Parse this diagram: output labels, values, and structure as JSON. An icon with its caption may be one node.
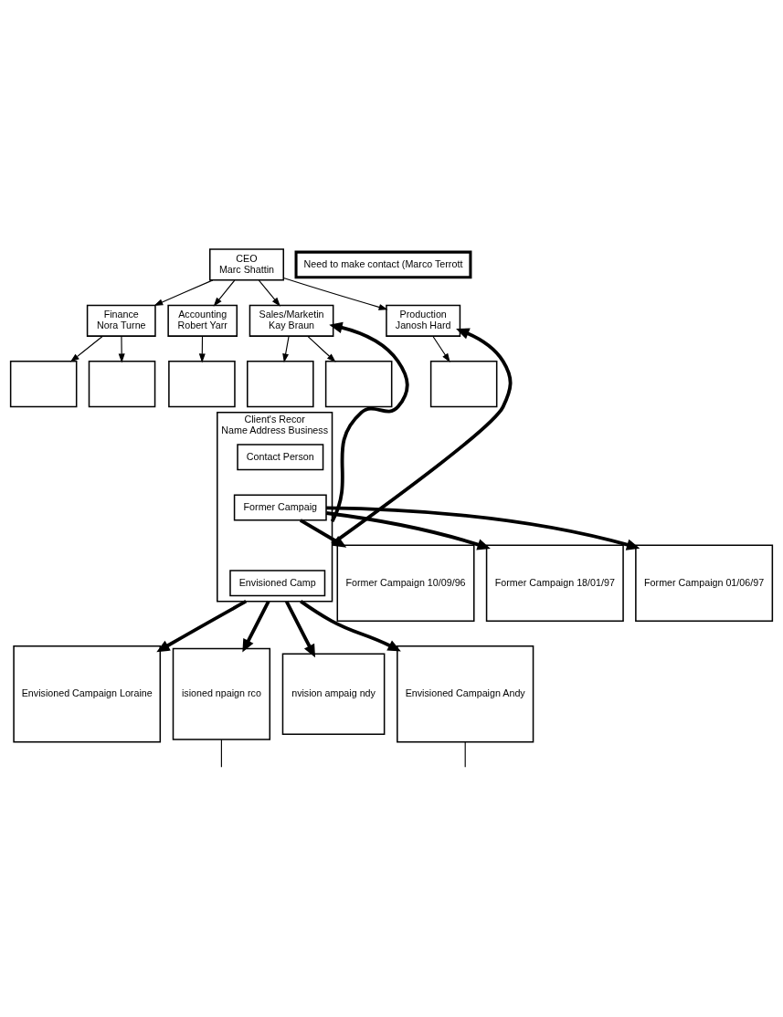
{
  "diagram": {
    "nodes": [
      {
        "text": [
          "CEO",
          "Marc Shattin"
        ]
      },
      {
        "text": [
          "Need to make contact (Marco Terrott"
        ]
      },
      {
        "text": [
          "Finance",
          "Nora Turne"
        ]
      },
      {
        "text": [
          "Accounting",
          "Robert Yarr"
        ]
      },
      {
        "text": [
          "Sales/Marketin",
          "Kay Braun"
        ]
      },
      {
        "text": [
          "Production",
          "Janosh Hard"
        ]
      },
      {
        "text": [],
        "shape": "box"
      },
      {
        "text": [],
        "shape": "box"
      },
      {
        "text": [],
        "shape": "box"
      },
      {
        "text": [],
        "shape": "box"
      },
      {
        "text": [],
        "shape": "box"
      },
      {
        "text": [],
        "shape": "box"
      },
      {
        "text": [
          "Client's Recor",
          "Name Address Business"
        ]
      },
      {
        "text": [
          "Contact Person"
        ],
        "in": 12
      },
      {
        "text": [
          "Former Campaig"
        ],
        "in": 12
      },
      {
        "text": [
          "Envisioned Camp"
        ],
        "in": 12
      },
      {
        "text": [
          "Former Campaign 10/09/96"
        ]
      },
      {
        "text": [
          "Former Campaign 18/01/97"
        ]
      },
      {
        "text": [
          "Former Campaign 01/06/97"
        ]
      },
      {
        "text": [
          "Envisioned Campaign Loraine"
        ]
      },
      {
        "text": [
          "isioned npaign rco"
        ]
      },
      {
        "text": [
          "nvision ampaig ndy"
        ]
      },
      {
        "text": [
          "Envisioned Campaign Andy"
        ]
      }
    ],
    "edges": [
      {
        "from": 0,
        "to": 2,
        "arrow": "to"
      },
      {
        "from": 0,
        "to": 3,
        "arrow": "to"
      },
      {
        "from": 0,
        "to": 4,
        "arrow": "to"
      },
      {
        "from": 0,
        "to": 5,
        "arrow": "to"
      },
      {
        "from": 2,
        "to": 6,
        "arrow": "to"
      },
      {
        "from": 2,
        "to": 7,
        "arrow": "to"
      },
      {
        "from": 3,
        "to": 8,
        "arrow": "to"
      },
      {
        "from": 4,
        "to": 9,
        "arrow": "to"
      },
      {
        "from": 4,
        "to": 10,
        "arrow": "to"
      },
      {
        "from": 5,
        "to": 11,
        "arrow": "to"
      },
      {
        "from": 12,
        "to": 4,
        "arrow": "to",
        "style": "thick"
      },
      {
        "from": 12,
        "to": 5,
        "arrow": "to",
        "style": "thick"
      },
      {
        "from": 14,
        "to": 16,
        "arrow": "to",
        "style": "thick"
      },
      {
        "from": 14,
        "to": 17,
        "arrow": "to",
        "style": "thick"
      },
      {
        "from": 14,
        "to": 18,
        "arrow": "to",
        "style": "thick"
      },
      {
        "from": 12,
        "to": 19,
        "arrow": "to",
        "style": "thick"
      },
      {
        "from": 12,
        "to": 20,
        "arrow": "to",
        "style": "thick"
      },
      {
        "from": 12,
        "to": 21,
        "arrow": "to",
        "style": "thick"
      },
      {
        "from": 12,
        "to": 22,
        "arrow": "to",
        "style": "thick"
      },
      {
        "from": 20,
        "to": null,
        "arrow": "none"
      },
      {
        "from": 22,
        "to": null,
        "arrow": "none"
      }
    ]
  }
}
